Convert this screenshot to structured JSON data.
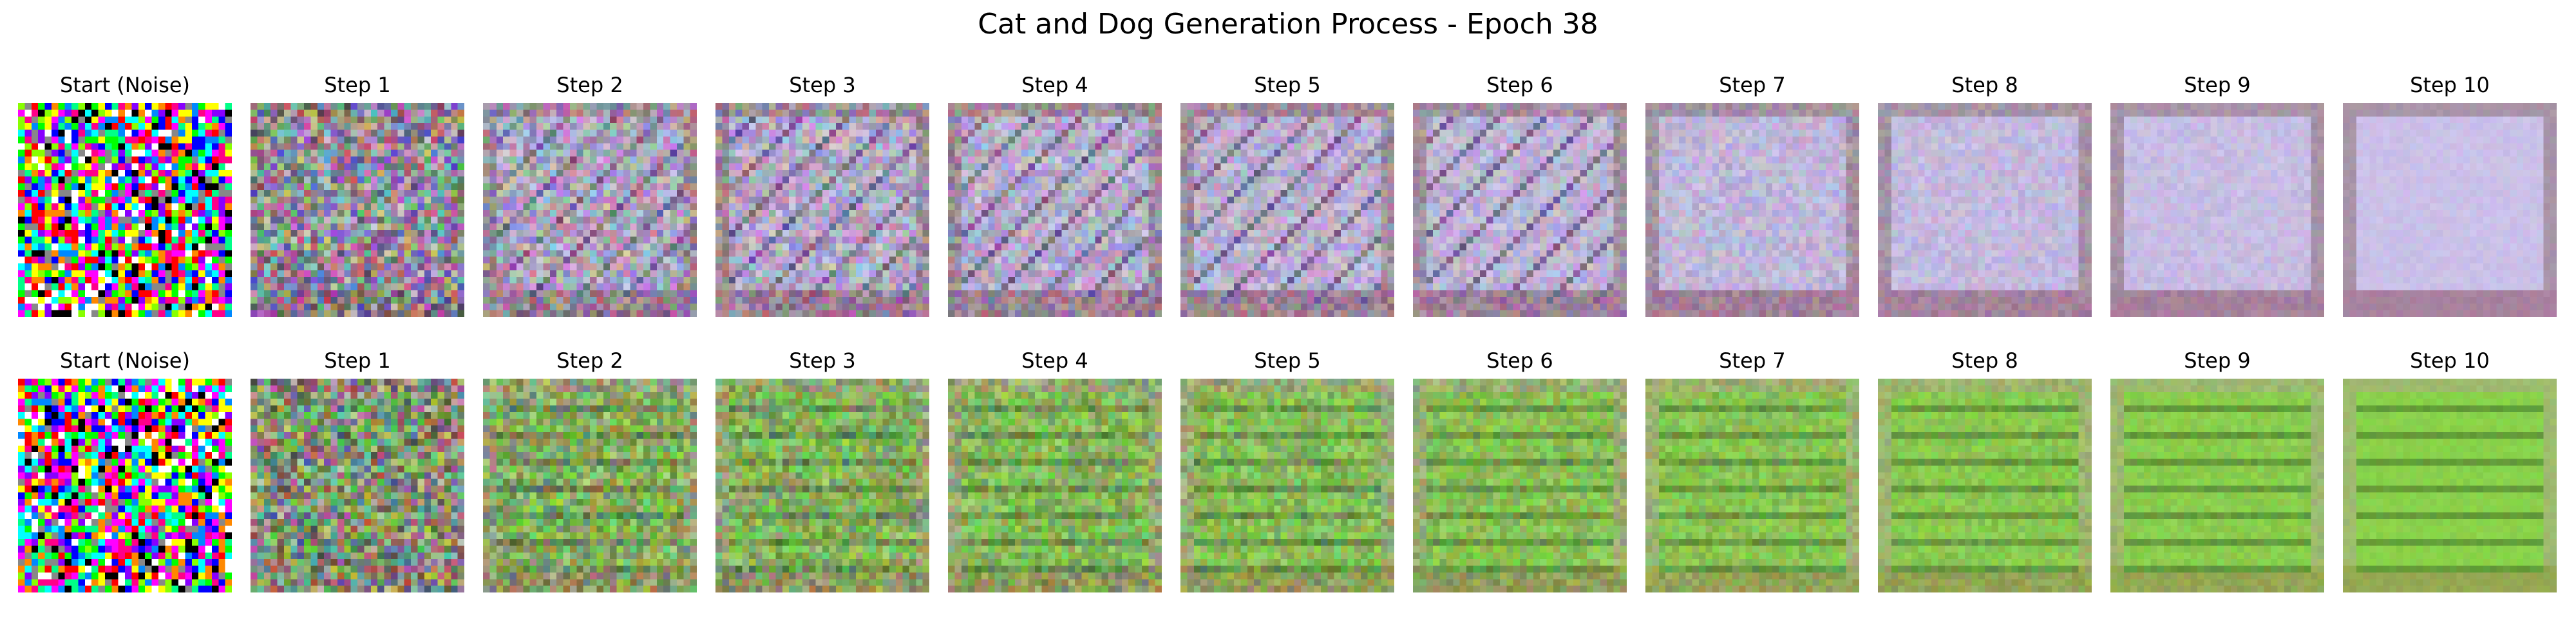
{
  "figure": {
    "title": "Cat and Dog Generation Process - Epoch 38"
  },
  "rows": [
    {
      "palette": "lavender",
      "panels": [
        {
          "label": "Start (Noise)",
          "kind": "noise",
          "step": 0
        },
        {
          "label": "Step 1",
          "kind": "denoise",
          "step": 1
        },
        {
          "label": "Step 2",
          "kind": "denoise",
          "step": 2
        },
        {
          "label": "Step 3",
          "kind": "denoise",
          "step": 3
        },
        {
          "label": "Step 4",
          "kind": "denoise",
          "step": 4
        },
        {
          "label": "Step 5",
          "kind": "denoise",
          "step": 5
        },
        {
          "label": "Step 6",
          "kind": "denoise",
          "step": 6
        },
        {
          "label": "Step 7",
          "kind": "denoise",
          "step": 7
        },
        {
          "label": "Step 8",
          "kind": "denoise",
          "step": 8
        },
        {
          "label": "Step 9",
          "kind": "denoise",
          "step": 9
        },
        {
          "label": "Step 10",
          "kind": "denoise",
          "step": 10
        }
      ]
    },
    {
      "palette": "green",
      "panels": [
        {
          "label": "Start (Noise)",
          "kind": "noise",
          "step": 0
        },
        {
          "label": "Step 1",
          "kind": "denoise",
          "step": 1
        },
        {
          "label": "Step 2",
          "kind": "denoise",
          "step": 2
        },
        {
          "label": "Step 3",
          "kind": "denoise",
          "step": 3
        },
        {
          "label": "Step 4",
          "kind": "denoise",
          "step": 4
        },
        {
          "label": "Step 5",
          "kind": "denoise",
          "step": 5
        },
        {
          "label": "Step 6",
          "kind": "denoise",
          "step": 6
        },
        {
          "label": "Step 7",
          "kind": "denoise",
          "step": 7
        },
        {
          "label": "Step 8",
          "kind": "denoise",
          "step": 8
        },
        {
          "label": "Step 9",
          "kind": "denoise",
          "step": 9
        },
        {
          "label": "Step 10",
          "kind": "denoise",
          "step": 10
        }
      ]
    }
  ]
}
